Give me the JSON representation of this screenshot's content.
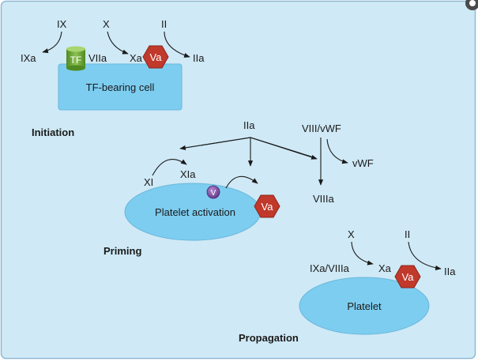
{
  "colors": {
    "panel_background": "#cfe9f6",
    "panel_border": "#8fb9d4",
    "cell_blue": "#7dcdf0",
    "va_red": "#c0392b",
    "tf_green": "#6aa832",
    "v_purple": "#7b4fa0"
  },
  "icons": [
    "tf-cylinder-icon",
    "va-hexagon-icon",
    "v-circle-icon",
    "corner-badge-icon"
  ],
  "initiation": {
    "title": "Initiation",
    "ix": "IX",
    "ixa": "IXa",
    "tf": "TF",
    "viia": "VIIa",
    "x": "X",
    "xa": "Xa",
    "va": "Va",
    "ii": "II",
    "iia": "IIa",
    "cell": "TF-bearing cell"
  },
  "priming": {
    "title": "Priming",
    "iia": "IIa",
    "xi": "XI",
    "xia": "XIa",
    "v": "V",
    "va": "Va",
    "platelet": "Platelet activation",
    "viii_vwf": "VIII/vWF",
    "vwf": "vWF",
    "viiia": "VIIIa"
  },
  "propagation": {
    "title": "Propagation",
    "x": "X",
    "ii": "II",
    "ixa_viiia": "IXa/VIIIa",
    "xa": "Xa",
    "va": "Va",
    "iia": "IIa",
    "platelet": "Platelet"
  }
}
